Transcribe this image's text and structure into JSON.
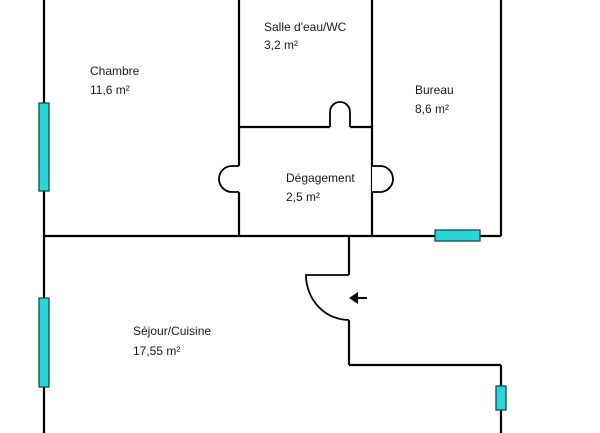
{
  "rooms": {
    "salle_eau": {
      "name": "Salle d'eau/WC",
      "area": "3,2  m²"
    },
    "chambre": {
      "name": "Chambre",
      "area": "11,6  m²"
    },
    "bureau": {
      "name": "Bureau",
      "area": "8,6  m²"
    },
    "degagement": {
      "name": "Dégagement",
      "area": "2,5  m²"
    },
    "sejour": {
      "name": "Séjour/Cuisine",
      "area": "17,55  m²"
    }
  },
  "colors": {
    "window": "#2ad4d8",
    "wall": "#000000",
    "background": "#ffffff"
  },
  "icons": {
    "entrance": "arrow-left-icon"
  }
}
